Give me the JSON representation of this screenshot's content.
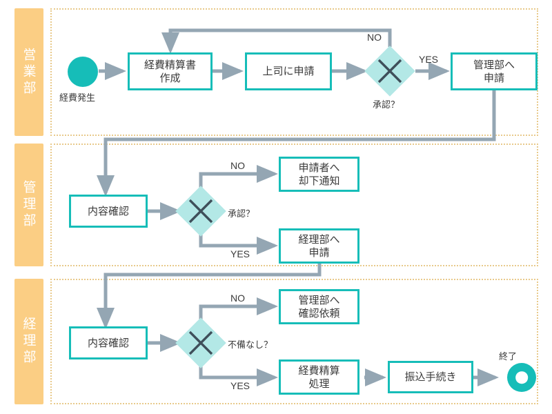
{
  "diagram": {
    "title_visible": false,
    "colors": {
      "lane_band": "#FBCE84",
      "lane_border": "#E8C98A",
      "node_border": "#16BDB8",
      "node_fill": "#FFFFFF",
      "decision_fill": "#B3E8E6",
      "decision_mark": "#3F4F5A",
      "terminator": "#16BDB8",
      "connector": "#94A6B3",
      "text": "#3A3A3A"
    },
    "lanes": [
      {
        "id": "lane-sales",
        "label": "営業部"
      },
      {
        "id": "lane-admin",
        "label": "管理部"
      },
      {
        "id": "lane-accounting",
        "label": "経理部"
      }
    ],
    "nodes": {
      "start": {
        "type": "terminator",
        "caption": "経費発生"
      },
      "create_report": {
        "type": "process",
        "label": "経費精算書\n作成"
      },
      "apply_boss": {
        "type": "process",
        "label": "上司に申請"
      },
      "approve_boss": {
        "type": "decision",
        "label": "承認？",
        "mark": "×"
      },
      "apply_admin": {
        "type": "process",
        "label": "管理部へ\n申請"
      },
      "admin_check": {
        "type": "process",
        "label": "内容確認"
      },
      "approve_admin": {
        "type": "decision",
        "label": "承認？",
        "mark": "×"
      },
      "reject_notice": {
        "type": "process",
        "label": "申請者へ\n却下通知"
      },
      "apply_accounting": {
        "type": "process",
        "label": "経理部へ\n申請"
      },
      "accounting_check": {
        "type": "process",
        "label": "内容確認"
      },
      "no_defect": {
        "type": "decision",
        "label": "不備なし？",
        "mark": "×"
      },
      "request_admin_check": {
        "type": "process",
        "label": "管理部へ\n確認依頼"
      },
      "settle_expense": {
        "type": "process",
        "label": "経費精算\n処理"
      },
      "transfer": {
        "type": "process",
        "label": "振込手続き"
      },
      "end": {
        "type": "terminator",
        "caption": "終了"
      }
    },
    "edge_labels": {
      "boss_no": "NO",
      "boss_yes": "YES",
      "admin_no": "NO",
      "admin_yes": "YES",
      "acct_no": "NO",
      "acct_yes": "YES"
    }
  }
}
